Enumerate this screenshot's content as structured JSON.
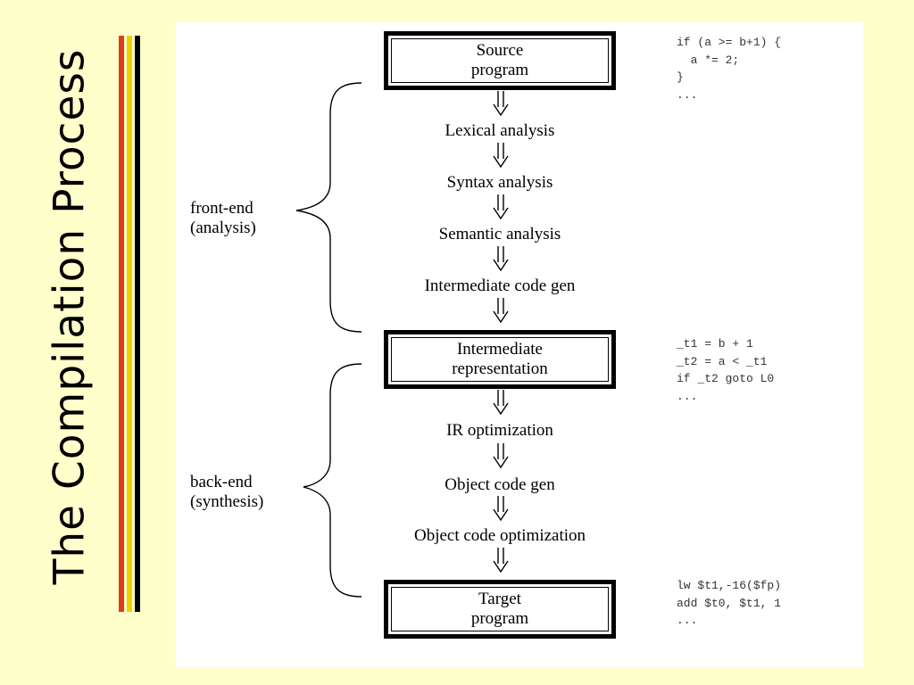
{
  "title": "The Compilation Process",
  "boxes": {
    "source": {
      "line1": "Source",
      "line2": "program"
    },
    "ir": {
      "line1": "Intermediate",
      "line2": "representation"
    },
    "target": {
      "line1": "Target",
      "line2": "program"
    }
  },
  "front_steps": [
    "Lexical analysis",
    "Syntax analysis",
    "Semantic analysis",
    "Intermediate code gen"
  ],
  "back_steps": [
    "IR optimization",
    "Object code gen",
    "Object code optimization"
  ],
  "front_end": {
    "line1": "front-end",
    "line2": "(analysis)"
  },
  "back_end": {
    "line1": "back-end",
    "line2": "(synthesis)"
  },
  "code": {
    "source": [
      "if (a >= b+1) {",
      "  a *= 2;",
      "}",
      "..."
    ],
    "ir": [
      "_t1 = b + 1",
      "_t2 = a < _t1",
      "if _t2 goto L0",
      "..."
    ],
    "target": [
      "lw $t1,-16($fp)",
      "add $t0, $t1, 1",
      "..."
    ]
  },
  "colors": {
    "background": "#ffffcc",
    "panel": "#ffffff",
    "stripe_red": "#e03c1c",
    "stripe_yellow": "#f2d000",
    "stripe_black": "#000000"
  },
  "icons": {
    "arrow": "double-down-arrow-icon",
    "brace": "left-curly-brace"
  }
}
